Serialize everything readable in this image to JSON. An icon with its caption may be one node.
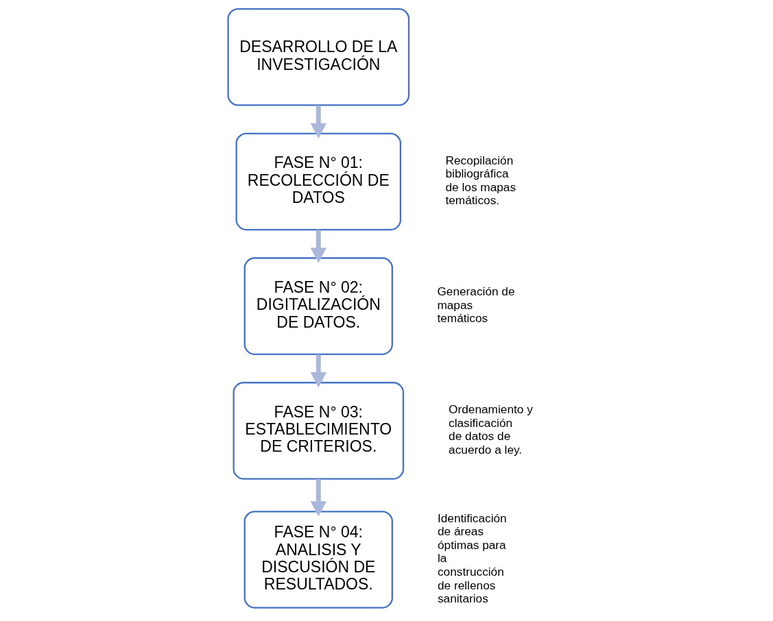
{
  "diagram": {
    "nodes": [
      {
        "text": [
          "DESARROLLO DE LA INVESTIGACIÓN"
        ]
      },
      {
        "text": [
          "FASE N° 01: RECOLECCIÓN DE DATOS"
        ],
        "beside": [
          "Recopilación bibliográfica de los mapas temáticos."
        ]
      },
      {
        "text": [
          "FASE N° 02: DIGITALIZACIÓN DE DATOS."
        ],
        "beside": [
          "Generación de mapas temáticos"
        ]
      },
      {
        "text": [
          "FASE N° 03: ESTABLECIMIENTO DE CRITERIOS."
        ],
        "beside": [
          "Ordenamiento y clasificación de datos de acuerdo a ley."
        ]
      },
      {
        "text": [
          "FASE N° 04: ANALISIS Y DISCUSIÓN DE RESULTADOS."
        ],
        "beside": [
          "Identificación de áreas óptimas para la construcción de rellenos sanitarios"
        ]
      }
    ],
    "edges": [
      {
        "from": 0,
        "to": 1,
        "arrow": "to"
      },
      {
        "from": 1,
        "to": 2,
        "arrow": "to"
      },
      {
        "from": 2,
        "to": 3,
        "arrow": "to"
      },
      {
        "from": 3,
        "to": 4,
        "arrow": "to"
      }
    ]
  }
}
